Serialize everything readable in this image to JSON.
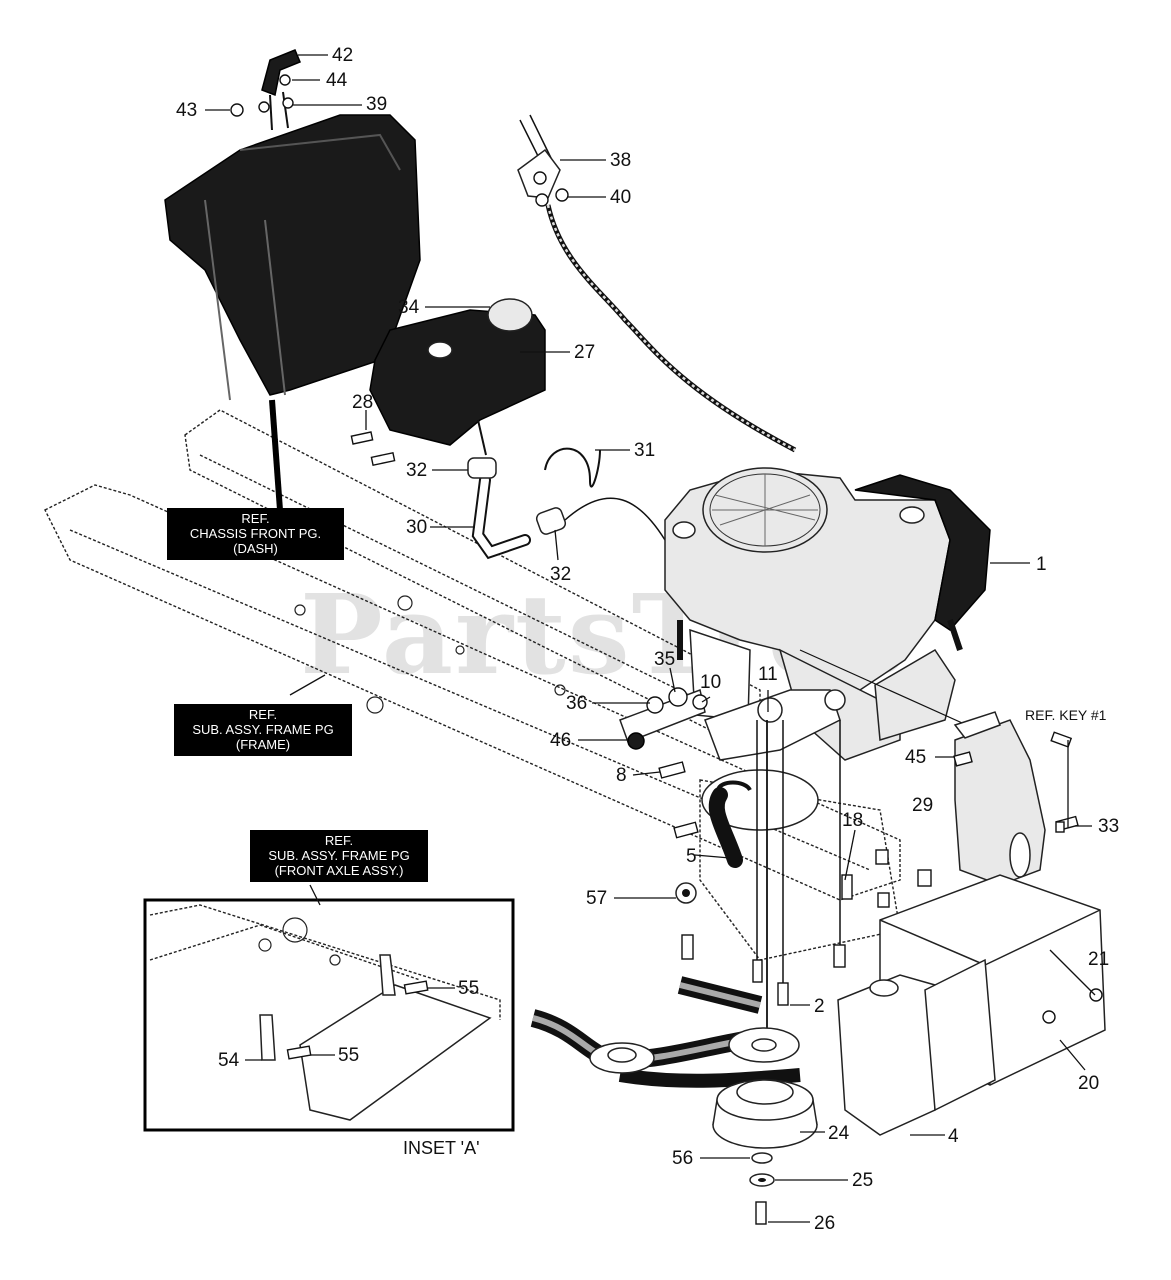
{
  "watermark": "PartsTree",
  "ref_boxes": {
    "chassis": [
      "REF.",
      "CHASSIS FRONT PG.",
      "(DASH)"
    ],
    "frame": [
      "REF.",
      "SUB. ASSY. FRAME PG",
      "(FRAME)"
    ],
    "axle": [
      "REF.",
      "SUB. ASSY. FRAME PG",
      "(FRONT AXLE ASSY.)"
    ]
  },
  "ref_key": "REF. KEY #1",
  "inset_label": "INSET 'A'",
  "callouts": {
    "c42": "42",
    "c44": "44",
    "c43": "43",
    "c39": "39",
    "c38": "38",
    "c40": "40",
    "c34": "34",
    "c27": "27",
    "c28": "28",
    "c31": "31",
    "c32a": "32",
    "c30": "30",
    "c32b": "32",
    "c1": "1",
    "c35": "35",
    "c11": "11",
    "c36": "36",
    "c10": "10",
    "c46": "46",
    "c8": "8",
    "c45": "45",
    "c29": "29",
    "c33": "33",
    "c18": "18",
    "c5": "5",
    "c57": "57",
    "c21": "21",
    "c2": "2",
    "c20": "20",
    "c55a": "55",
    "c55b": "55",
    "c54": "54",
    "c24": "24",
    "c4": "4",
    "c56": "56",
    "c25": "25",
    "c26": "26"
  }
}
